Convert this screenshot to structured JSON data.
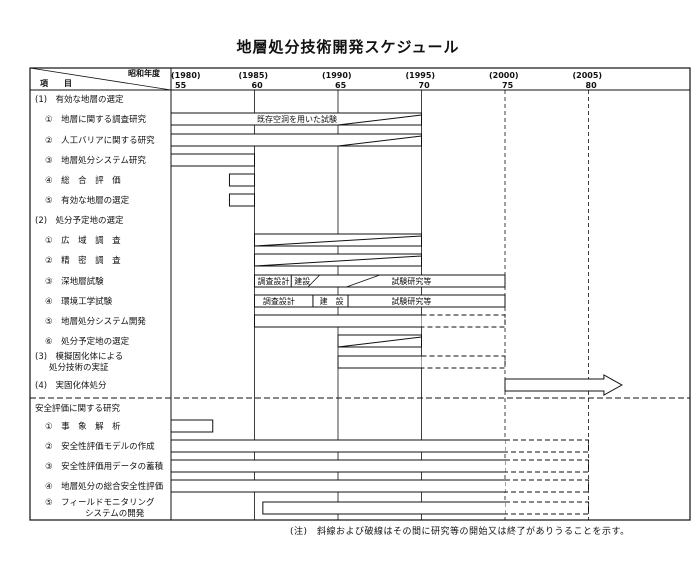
{
  "title": "地層処分技術開発スケジュール",
  "header": {
    "item_label": "項　　目",
    "era_label": "昭和年度",
    "years": [
      {
        "ad": "(1980)",
        "showa": "55"
      },
      {
        "ad": "(1985)",
        "showa": "60"
      },
      {
        "ad": "(1990)",
        "showa": "65"
      },
      {
        "ad": "(1995)",
        "showa": "70"
      },
      {
        "ad": "(2000)",
        "showa": "75"
      },
      {
        "ad": "(2005)",
        "showa": "80"
      }
    ]
  },
  "rows": [
    {
      "label": "(1)　有効な地層の選定",
      "kind": "section"
    },
    {
      "label": "①　地層に関する調査研究",
      "kind": "item"
    },
    {
      "label": "②　人工バリアに関する研究",
      "kind": "item"
    },
    {
      "label": "③　地層処分システム研究",
      "kind": "item"
    },
    {
      "label": "④　総　合　評　価",
      "kind": "item"
    },
    {
      "label": "⑤　有効な地層の選定",
      "kind": "item"
    },
    {
      "label": "(2)　処分予定地の選定",
      "kind": "section"
    },
    {
      "label": "①　広　域　調　査",
      "kind": "item"
    },
    {
      "label": "②　精　密　調　査",
      "kind": "item"
    },
    {
      "label": "③　深地層試験",
      "kind": "item"
    },
    {
      "label": "④　環境工学試験",
      "kind": "item"
    },
    {
      "label": "⑤　地層処分システム開発",
      "kind": "item"
    },
    {
      "label": "⑥　処分予定地の選定",
      "kind": "item"
    },
    {
      "label": "(3)　模擬固化体による",
      "label2": "処分技術の実証",
      "kind": "section"
    },
    {
      "label": "(4)　実固化体処分",
      "kind": "section"
    },
    {
      "label": "安全評価に関する研究",
      "kind": "section"
    },
    {
      "label": "①　事　象　解　析",
      "kind": "item"
    },
    {
      "label": "②　安全性評価モデルの作成",
      "kind": "item"
    },
    {
      "label": "③　安全性評価用データの蓄積",
      "kind": "item"
    },
    {
      "label": "④　地層処分の総合安全性評価",
      "kind": "item"
    },
    {
      "label": "⑤　フィールドモニタリング",
      "label2": "システムの開発",
      "kind": "item"
    }
  ],
  "bar_texts": {
    "existing_cavity": "既存空洞を用いた試験",
    "survey_design": "調査設計",
    "construction_short": "建設",
    "construction_spaced": "建　設",
    "test_research": "試験研究等"
  },
  "note": "(注)　斜線および破線はその間に研究等の開始又は終了がありうることを示す。",
  "schedule": [
    {
      "row": 1,
      "start": 1980,
      "end": 1995,
      "shape": "slant-end",
      "text_key": "existing_cavity"
    },
    {
      "row": 2,
      "start": 1980,
      "end": 1995,
      "shape": "slant-end"
    },
    {
      "row": 3,
      "start": 1980,
      "end": 1985,
      "shape": "rect"
    },
    {
      "row": 4,
      "start": 1983.5,
      "end": 1985,
      "shape": "rect"
    },
    {
      "row": 5,
      "start": 1983.5,
      "end": 1985,
      "shape": "rect"
    },
    {
      "row": 7,
      "start": 1985,
      "end": 1995,
      "shape": "slant-start"
    },
    {
      "row": 8,
      "start": 1985,
      "end": 1995,
      "shape": "slant-start"
    },
    {
      "row": 9,
      "start": 1985,
      "end": 2000,
      "shape": "phases"
    },
    {
      "row": 10,
      "start": 1985,
      "end": 2000,
      "shape": "phases"
    },
    {
      "row": 11,
      "start": 1985,
      "end": 2000,
      "shape": "rect-dashed-end"
    },
    {
      "row": 12,
      "start": 1990,
      "end": 1995,
      "shape": "slant-start"
    },
    {
      "row": 13,
      "start": 1990,
      "end": 2000,
      "shape": "rect-dashed-end"
    },
    {
      "row": 14,
      "start": 2000,
      "end": 2007,
      "shape": "arrow"
    },
    {
      "row": 16,
      "start": 1980,
      "end": 1982.5,
      "shape": "rect"
    },
    {
      "row": 17,
      "start": 1980,
      "end": 2005,
      "shape": "rect-dashed-end"
    },
    {
      "row": 18,
      "start": 1980,
      "end": 2005,
      "shape": "rect-dashed-end"
    },
    {
      "row": 19,
      "start": 1980,
      "end": 2005,
      "shape": "rect-dashed-end"
    },
    {
      "row": 20,
      "start": 1985.5,
      "end": 2005,
      "shape": "rect-dashed-end"
    }
  ]
}
